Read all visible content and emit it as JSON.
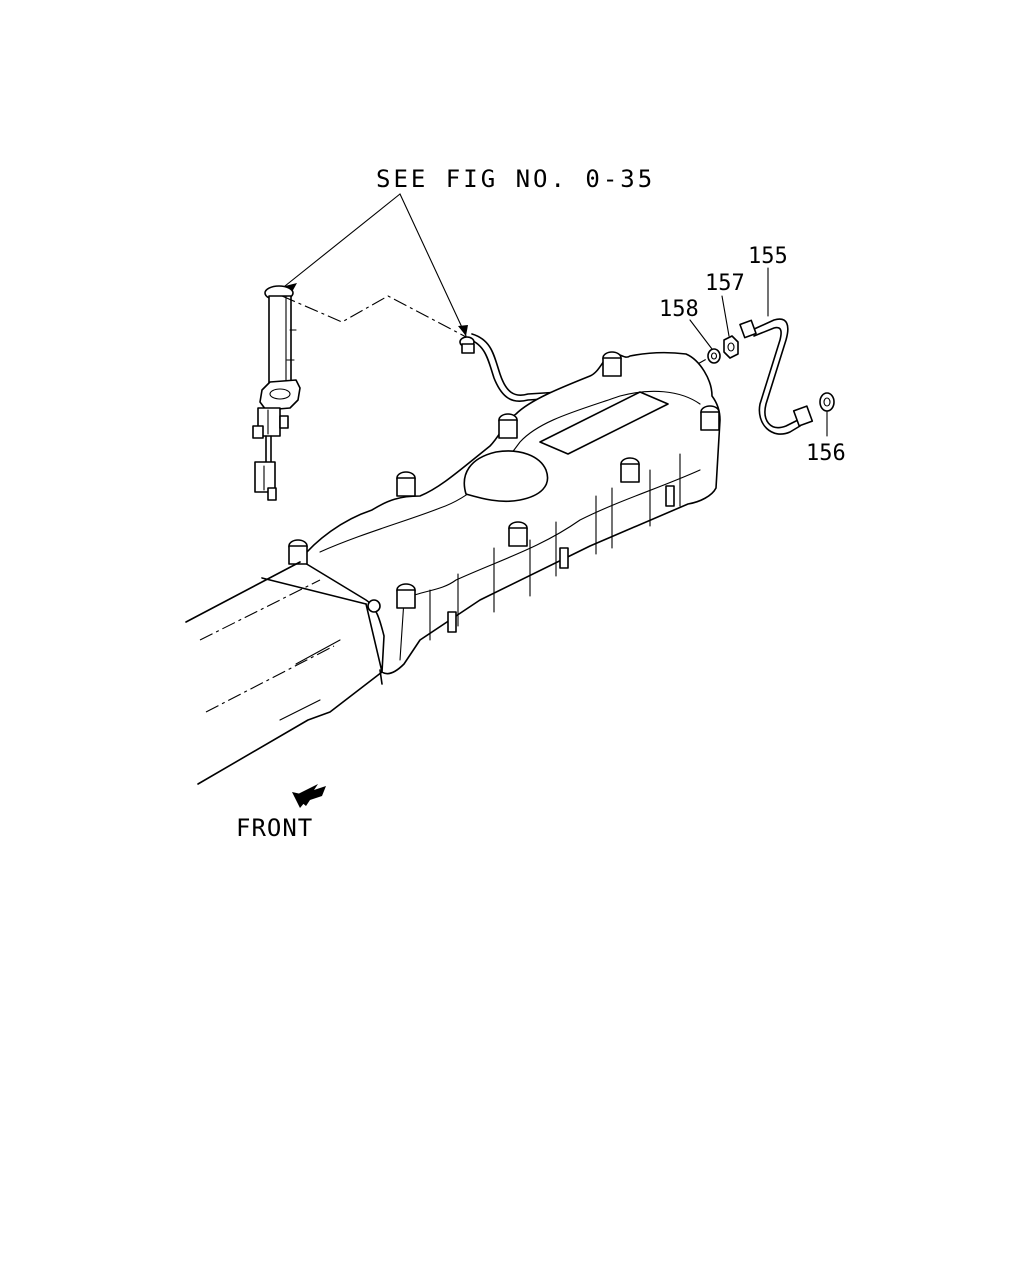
{
  "diagram": {
    "reference_note": "SEE FIG NO. 0-35",
    "direction_label": "FRONT",
    "parts": [
      {
        "number": "155"
      },
      {
        "number": "156"
      },
      {
        "number": "157"
      },
      {
        "number": "158"
      }
    ]
  }
}
